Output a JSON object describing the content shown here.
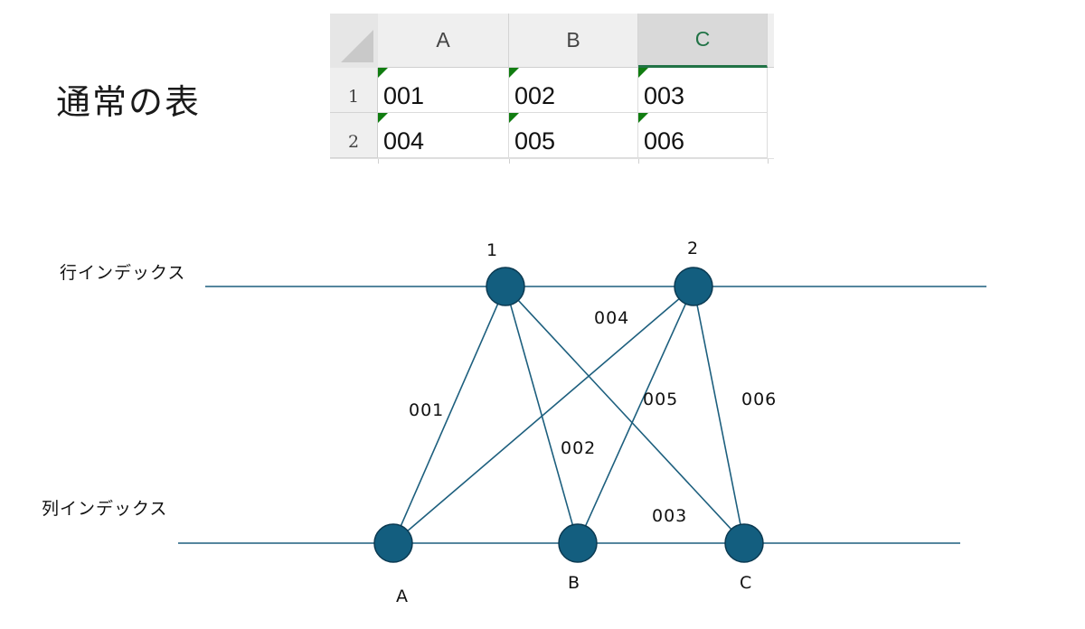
{
  "title": "通常の表",
  "sheet": {
    "columns": [
      "A",
      "B",
      "C"
    ],
    "selected_column": "C",
    "rows": [
      {
        "label": "1",
        "cells": [
          "001",
          "002",
          "003"
        ]
      },
      {
        "label": "2",
        "cells": [
          "004",
          "005",
          "006"
        ]
      }
    ],
    "colors": {
      "header_bg": "#efefef",
      "selected_accent": "#217346",
      "cell_flag": "#107c10"
    }
  },
  "diagram": {
    "row_index_label": "行インデックス",
    "col_index_label": "列インデックス",
    "row_nodes": [
      "1",
      "2"
    ],
    "col_nodes": [
      "A",
      "B",
      "C"
    ],
    "edges": [
      {
        "from": "1",
        "to": "A",
        "label": "001"
      },
      {
        "from": "1",
        "to": "B",
        "label": "002"
      },
      {
        "from": "1",
        "to": "C",
        "label": "003"
      },
      {
        "from": "2",
        "to": "A",
        "label": "004"
      },
      {
        "from": "2",
        "to": "B",
        "label": "005"
      },
      {
        "from": "2",
        "to": "C",
        "label": "006"
      }
    ],
    "colors": {
      "line": "#1d5f7e",
      "node": "#135e7f",
      "node_border": "#0b3a52"
    }
  }
}
